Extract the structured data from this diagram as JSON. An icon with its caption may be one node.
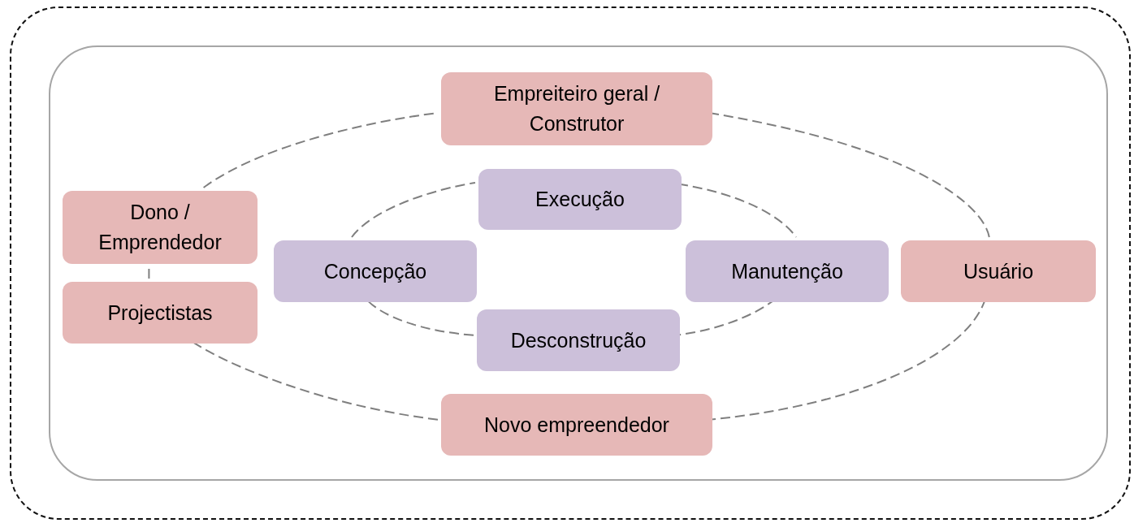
{
  "diagram": {
    "nodes": [
      {
        "text": [],
        "shape": "box"
      },
      {
        "text": [],
        "shape": "box",
        "in": 0
      },
      {
        "text": [
          "Empreiteiro geral / Construtor"
        ],
        "in": 1
      },
      {
        "text": [
          "Dono / Emprendedor"
        ],
        "in": 1
      },
      {
        "text": [
          "Projectistas"
        ],
        "in": 1
      },
      {
        "text": [
          "Execução"
        ],
        "in": 1
      },
      {
        "text": [
          "Concepção"
        ],
        "in": 1
      },
      {
        "text": [
          "Manutenção"
        ],
        "in": 1
      },
      {
        "text": [
          "Usuário"
        ],
        "in": 1
      },
      {
        "text": [
          "Desconstrução"
        ],
        "in": 1
      },
      {
        "text": [
          "Novo empreendedor"
        ],
        "in": 1
      }
    ],
    "edges": [
      {
        "from": 2,
        "to": 8,
        "arrow": "none",
        "style": "dashed"
      },
      {
        "from": 8,
        "to": 10,
        "arrow": "none",
        "style": "dashed"
      },
      {
        "from": 10,
        "to": 4,
        "arrow": "none",
        "style": "dashed"
      },
      {
        "from": 4,
        "to": 3,
        "arrow": "none",
        "style": "dashed"
      },
      {
        "from": 3,
        "to": 2,
        "arrow": "none",
        "style": "dashed"
      },
      {
        "from": 5,
        "to": 7,
        "arrow": "none",
        "style": "dashed"
      },
      {
        "from": 7,
        "to": 9,
        "arrow": "none",
        "style": "dashed"
      },
      {
        "from": 9,
        "to": 6,
        "arrow": "none",
        "style": "dashed"
      },
      {
        "from": 6,
        "to": 5,
        "arrow": "none",
        "style": "dashed"
      }
    ]
  }
}
